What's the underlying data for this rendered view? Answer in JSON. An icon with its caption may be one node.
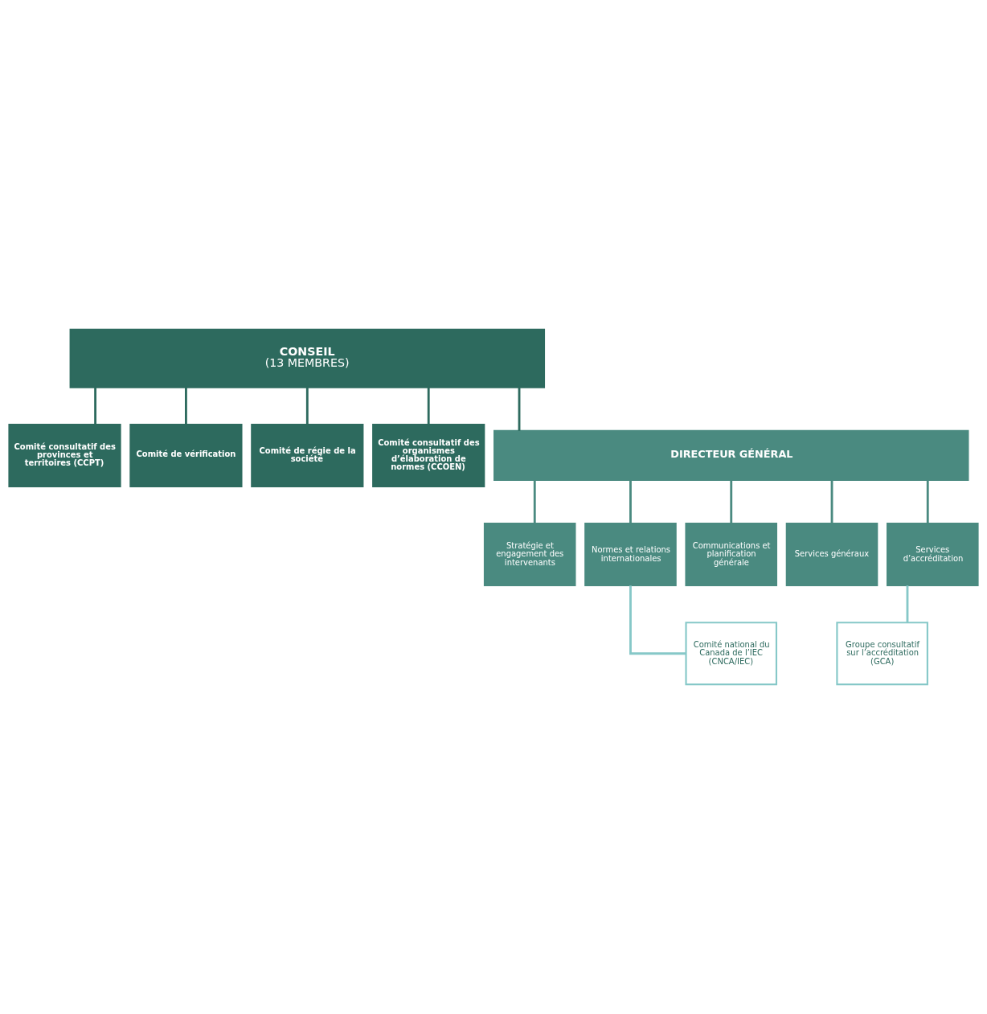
{
  "diagram": {
    "nodes": [
      {
        "text": [
          "CONSEIL",
          "(13 MEMBRES)"
        ]
      },
      {
        "text": [
          "Comité consultatif des provinces et territoires (CCPT)"
        ]
      },
      {
        "text": [
          "Comité de vérification"
        ]
      },
      {
        "text": [
          "Comité de régie de la société"
        ]
      },
      {
        "text": [
          "Comité consultatif des organismes d’élaboration de normes (CCOEN)"
        ]
      },
      {
        "text": [
          "DIRECTEUR GÉNÉRAL"
        ]
      },
      {
        "text": [
          "Stratégie et engagement des intervenants"
        ]
      },
      {
        "text": [
          "Normes et relations internationales"
        ]
      },
      {
        "text": [
          "Communications et planification générale"
        ]
      },
      {
        "text": [
          "Services généraux"
        ]
      },
      {
        "text": [
          "Services d’accréditation"
        ]
      },
      {
        "text": [
          "Comité national du Canada de l’IEC (CNCA/IEC)"
        ]
      },
      {
        "text": [
          "Groupe consultatif sur l’accréditation (GCA)"
        ]
      }
    ],
    "edges": [
      {
        "from": 0,
        "to": 1,
        "arrow": "none"
      },
      {
        "from": 0,
        "to": 2,
        "arrow": "none"
      },
      {
        "from": 0,
        "to": 3,
        "arrow": "none"
      },
      {
        "from": 0,
        "to": 4,
        "arrow": "none"
      },
      {
        "from": 0,
        "to": 5,
        "arrow": "none"
      },
      {
        "from": 5,
        "to": 6,
        "arrow": "none",
        "color": "#4a8a80"
      },
      {
        "from": 5,
        "to": 7,
        "arrow": "none",
        "color": "#4a8a80"
      },
      {
        "from": 5,
        "to": 8,
        "arrow": "none",
        "color": "#4a8a80"
      },
      {
        "from": 5,
        "to": 9,
        "arrow": "none",
        "color": "#4a8a80"
      },
      {
        "from": 5,
        "to": 10,
        "arrow": "none",
        "color": "#4a8a80"
      },
      {
        "from": 7,
        "to": 11,
        "arrow": "none",
        "color": "#86c8c8"
      },
      {
        "from": 10,
        "to": 12,
        "arrow": "none",
        "color": "#86c8c8"
      }
    ]
  }
}
